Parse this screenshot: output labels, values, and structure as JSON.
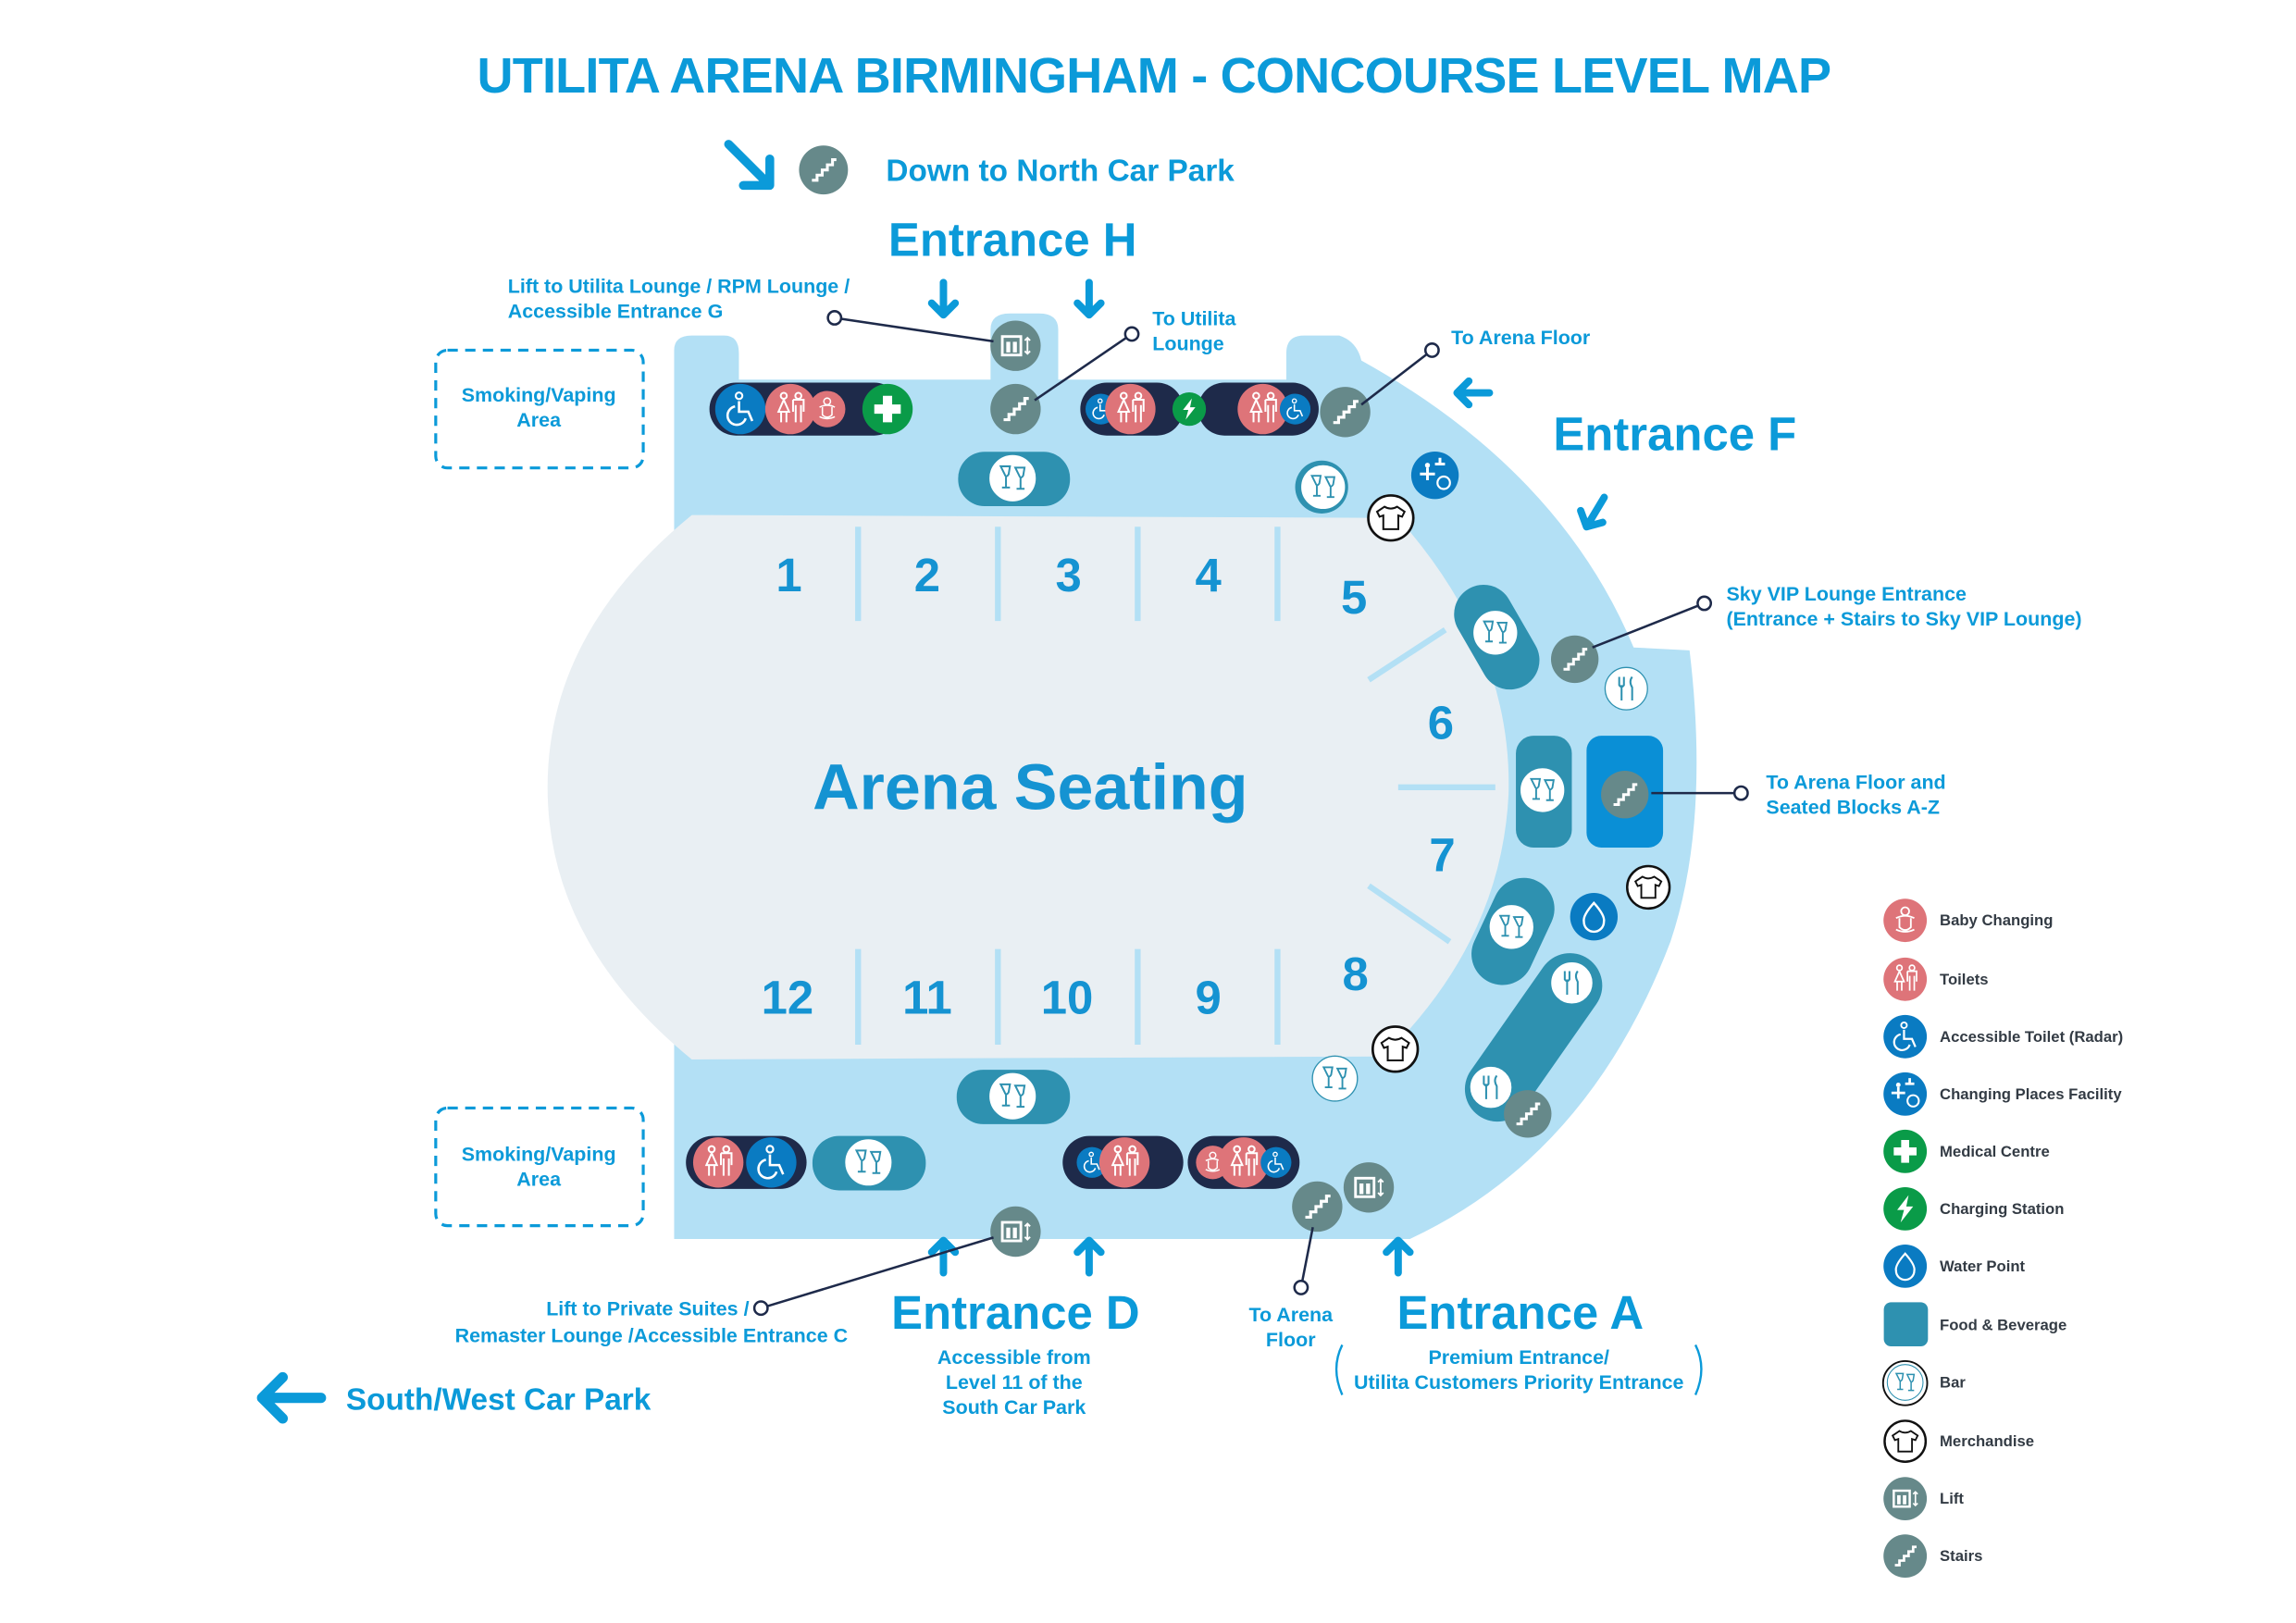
{
  "title": "UTILITA ARENA BIRMINGHAM - CONCOURSE LEVEL MAP",
  "north_car_park": "Down to North Car Park",
  "south_west_car_park": "South/West Car Park",
  "arena_seating": "Arena Seating",
  "entrances": {
    "h": "Entrance H",
    "f": "Entrance F",
    "d": "Entrance D",
    "a": "Entrance A",
    "d_note": [
      "Accessible from",
      "Level 11 of the",
      "South Car Park"
    ],
    "a_note": [
      "Premium Entrance/",
      "Utilita Customers Priority Entrance"
    ]
  },
  "callouts": {
    "lift_g": [
      "Lift to Utilita Lounge / RPM Lounge /",
      "Accessible Entrance G"
    ],
    "utilita_lounge": [
      "To Utilita",
      "Lounge"
    ],
    "arena_floor_top": "To Arena Floor",
    "sky_vip": [
      "Sky VIP Lounge Entrance",
      "(Entrance + Stairs to Sky VIP Lounge)"
    ],
    "arena_floor_blocks": [
      "To Arena Floor and",
      "Seated Blocks A-Z"
    ],
    "lift_c": [
      "Lift to Private Suites /",
      "Remaster Lounge /Accessible Entrance C"
    ],
    "arena_floor_bottom": [
      "To Arena",
      "Floor"
    ]
  },
  "smoking_areas": [
    [
      "Smoking/Vaping",
      "Area"
    ],
    [
      "Smoking/Vaping",
      "Area"
    ]
  ],
  "blocks": [
    "1",
    "2",
    "3",
    "4",
    "5",
    "6",
    "7",
    "8",
    "9",
    "10",
    "11",
    "12"
  ],
  "legend": [
    {
      "label": "Baby Changing",
      "icon": "baby-changing-icon",
      "color": "#de7479"
    },
    {
      "label": "Toilets",
      "icon": "toilets-icon",
      "color": "#de7479"
    },
    {
      "label": "Accessible Toilet (Radar)",
      "icon": "accessible-toilet-icon",
      "color": "#0a7bc2"
    },
    {
      "label": "Changing Places Facility",
      "icon": "changing-places-icon",
      "color": "#0a7bc2"
    },
    {
      "label": "Medical Centre",
      "icon": "medical-icon",
      "color": "#0a9b48"
    },
    {
      "label": "Charging Station",
      "icon": "charging-icon",
      "color": "#0a9b48"
    },
    {
      "label": "Water Point",
      "icon": "water-icon",
      "color": "#0a7bc2"
    },
    {
      "label": "Food & Beverage",
      "icon": "food-beverage-swatch",
      "color": "#2e91b0"
    },
    {
      "label": "Bar",
      "icon": "bar-icon",
      "color": "#ffffff"
    },
    {
      "label": "Merchandise",
      "icon": "merchandise-icon",
      "color": "#ffffff"
    },
    {
      "label": "Lift",
      "icon": "lift-icon",
      "color": "#66898a"
    },
    {
      "label": "Stairs",
      "icon": "stairs-icon",
      "color": "#66898a"
    }
  ],
  "colors": {
    "accent": "#0b9ad9",
    "concourse": "#b3e0f5",
    "seating": "#e9eff3",
    "food_beverage": "#2e91b0",
    "navy": "#1e2a4a"
  }
}
